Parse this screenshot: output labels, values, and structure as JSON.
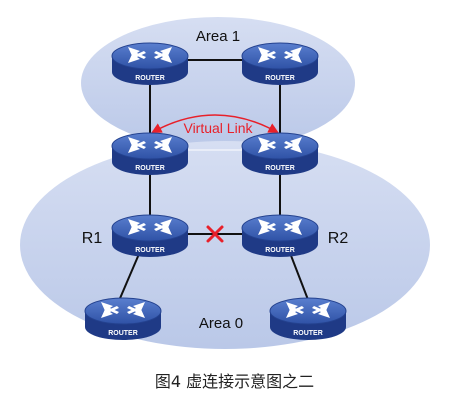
{
  "areas": [
    {
      "id": "area1",
      "label": "Area 1"
    },
    {
      "id": "area0",
      "label": "Area 0"
    }
  ],
  "virtual_link": {
    "label": "Virtual Link"
  },
  "router_badge": "ROUTER",
  "routers": [
    {
      "id": "a1-left",
      "name": ""
    },
    {
      "id": "a1-right",
      "name": ""
    },
    {
      "id": "abr-left",
      "name": ""
    },
    {
      "id": "abr-right",
      "name": ""
    },
    {
      "id": "r1",
      "name": "R1"
    },
    {
      "id": "r2",
      "name": "R2"
    },
    {
      "id": "bottom-left",
      "name": ""
    },
    {
      "id": "bottom-right",
      "name": ""
    }
  ],
  "caption": "图4  虚连接示意图之二",
  "colors": {
    "area_fill": "#c9d4ec",
    "router_top": "#3b5fb2",
    "router_side": "#1f3a86",
    "virtual_link": "#e8202a",
    "broken_mark": "#e8202a",
    "line": "#111111"
  }
}
